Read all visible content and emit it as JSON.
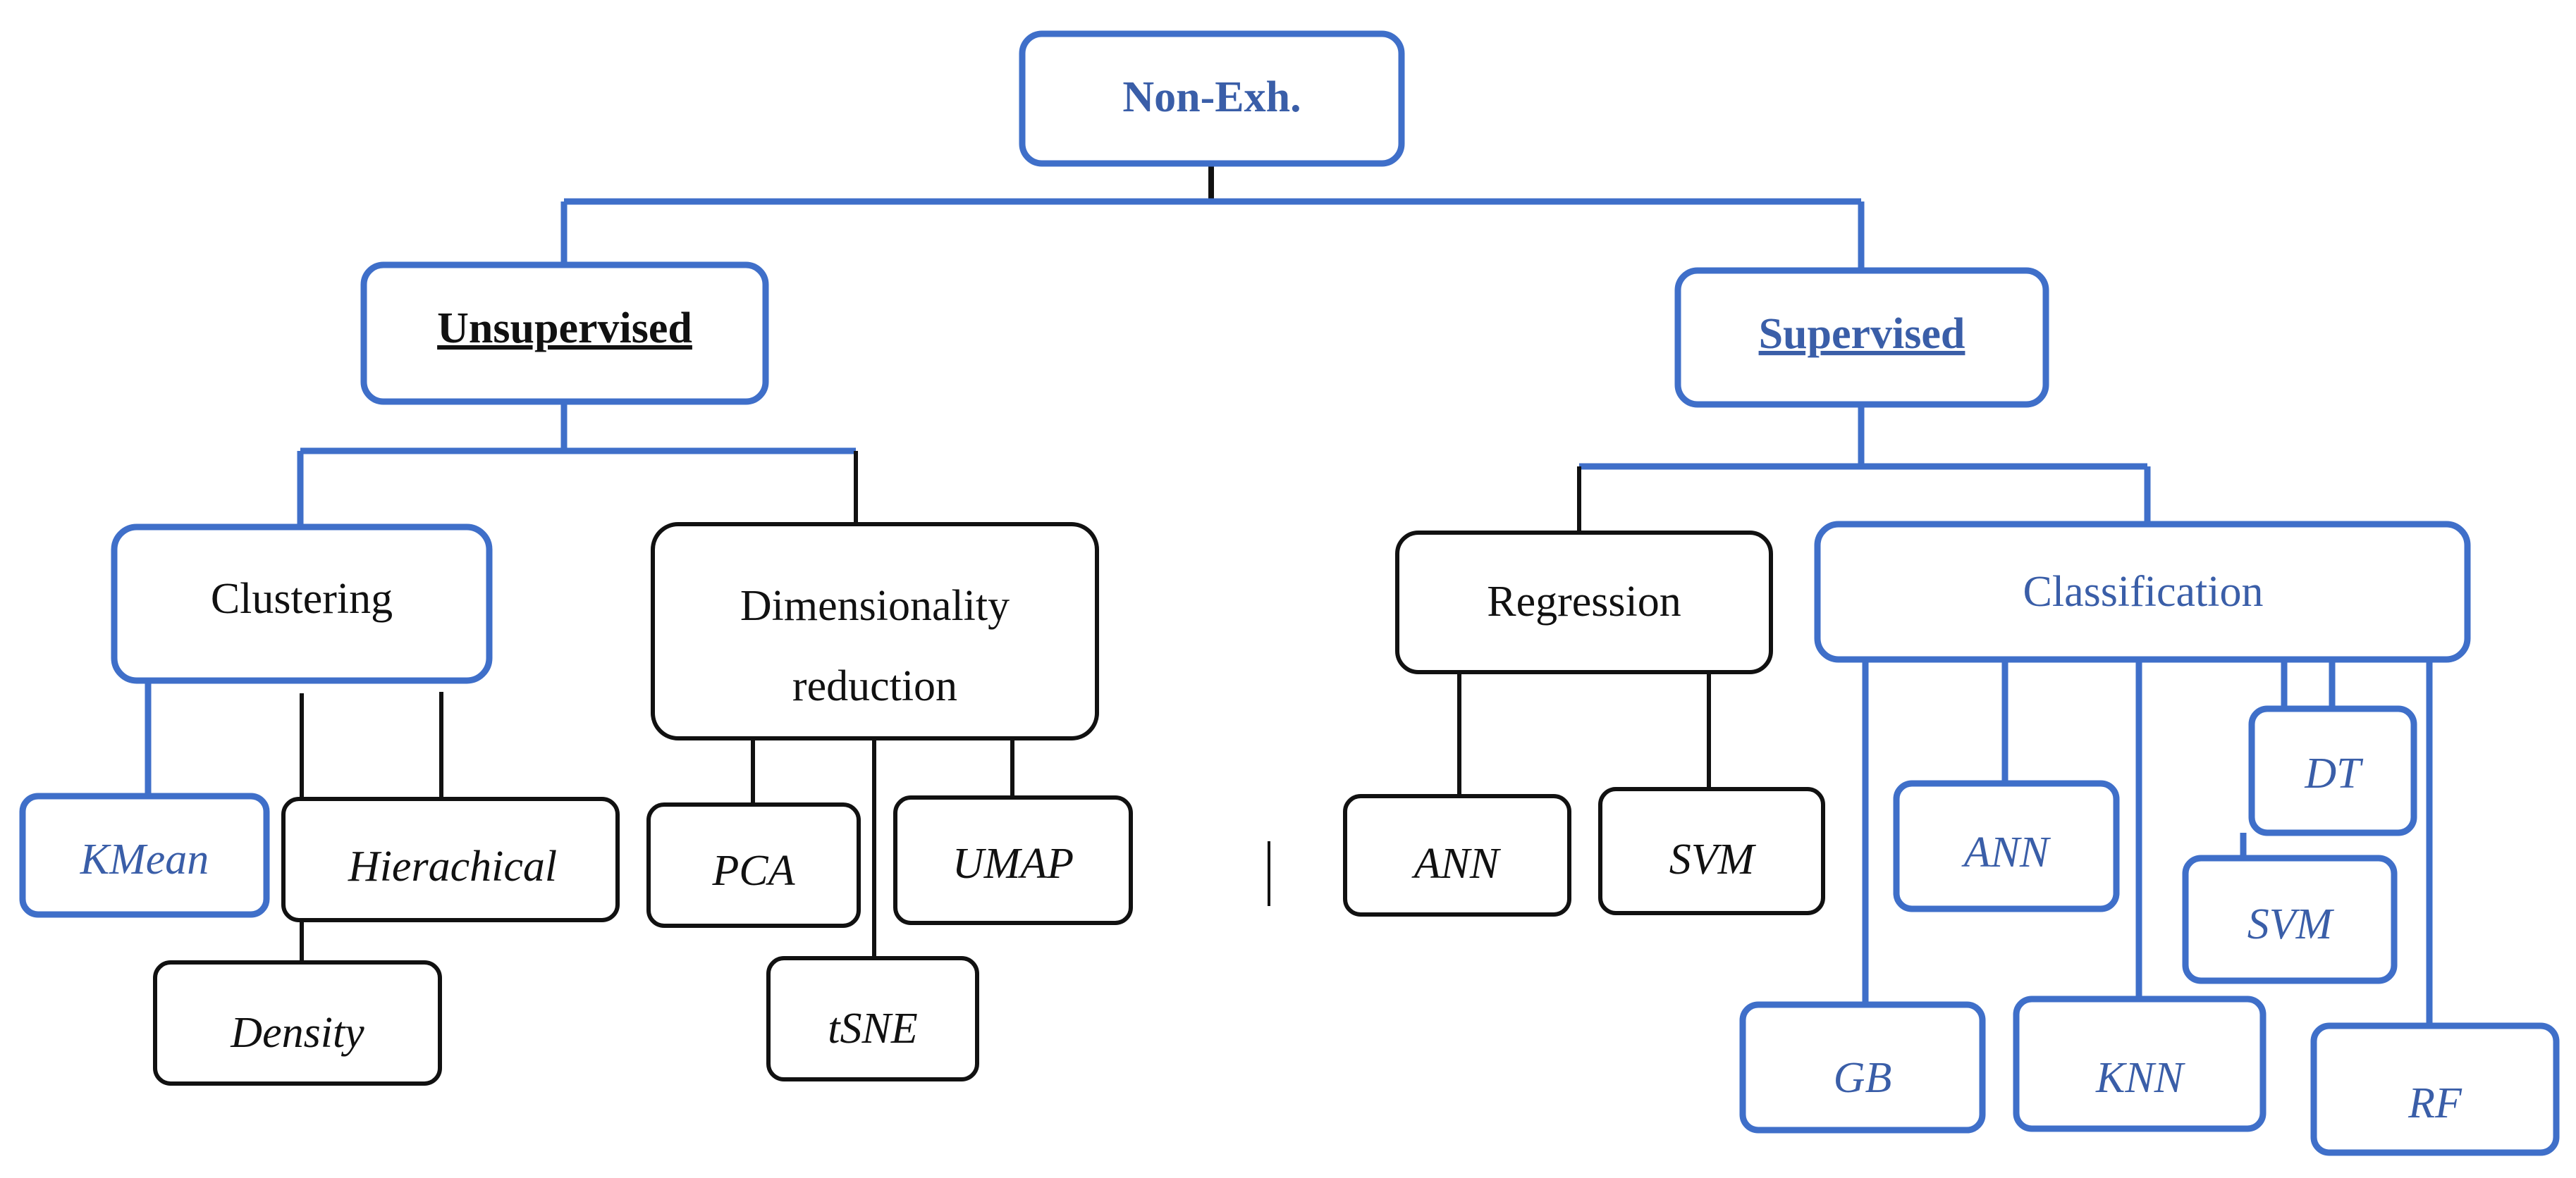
{
  "diagram": {
    "colors": {
      "blue": "#3f6fc9",
      "blue_text": "#3a5ea8",
      "black": "#111111"
    },
    "root": {
      "label": "Non-Exh."
    },
    "unsupervised": {
      "label": "Unsupervised",
      "clustering": {
        "label": "Clustering",
        "kmean": "KMean",
        "hierachical": "Hierachical",
        "density": "Density"
      },
      "dimred": {
        "line1": "Dimensionality",
        "line2": "reduction",
        "pca": "PCA",
        "umap": "UMAP",
        "tsne": "tSNE"
      }
    },
    "supervised": {
      "label": "Supervised",
      "regression": {
        "label": "Regression",
        "ann": "ANN",
        "svm": "SVM"
      },
      "classification": {
        "label": "Classification",
        "ann": "ANN",
        "dt": "DT",
        "svm": "SVM",
        "gb": "GB",
        "knn": "KNN",
        "rf": "RF"
      }
    }
  }
}
